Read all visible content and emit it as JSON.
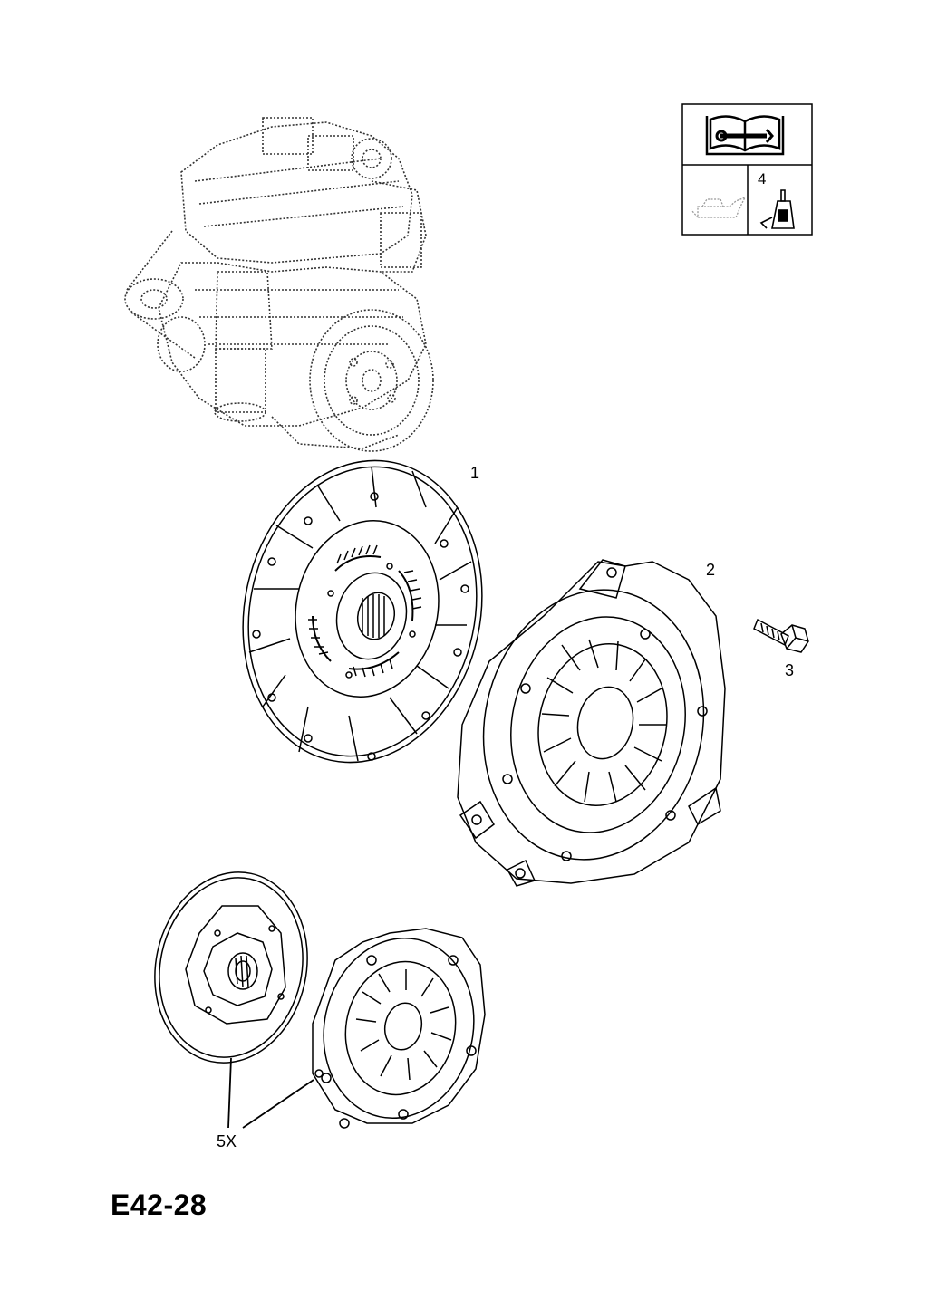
{
  "diagram": {
    "code": "E42-28",
    "callouts": {
      "part1": "1",
      "part2": "2",
      "part3": "3",
      "part4": "4",
      "part5": "5X"
    }
  },
  "icons": {
    "manual": "book-wrench-icon",
    "oil_can": "oil-can-icon",
    "grease_tube": "grease-tube-icon"
  },
  "colors": {
    "line": "#000000",
    "background": "#ffffff",
    "engine_stipple": "#333333"
  }
}
